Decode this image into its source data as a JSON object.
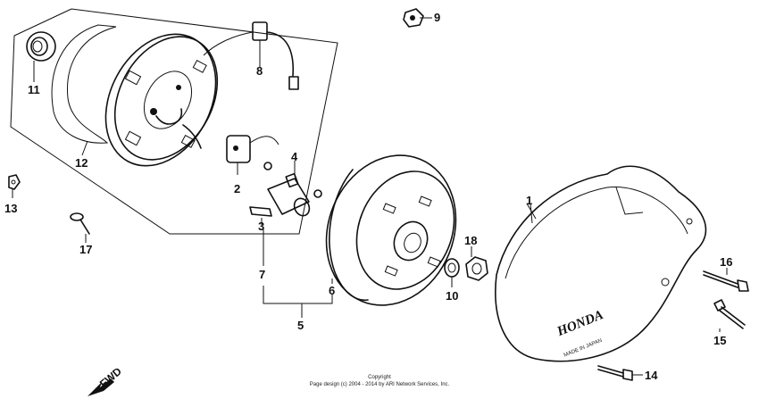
{
  "labels": {
    "p1": "1",
    "p2": "2",
    "p3": "3",
    "p4": "4",
    "p5": "5",
    "p6": "6",
    "p7": "7",
    "p8": "8",
    "p9": "9",
    "p10": "10",
    "p11": "11",
    "p12": "12",
    "p13": "13",
    "p14": "14",
    "p15": "15",
    "p16": "16",
    "p17": "17",
    "p18": "18"
  },
  "cover": {
    "brand": "HONDA",
    "made_in": "MADE IN JAPAN"
  },
  "direction": {
    "text": "FWD"
  },
  "footer": {
    "line1": "Copyright",
    "line2": "Page design (c) 2004 - 2014 by ARI Network Services, Inc."
  }
}
